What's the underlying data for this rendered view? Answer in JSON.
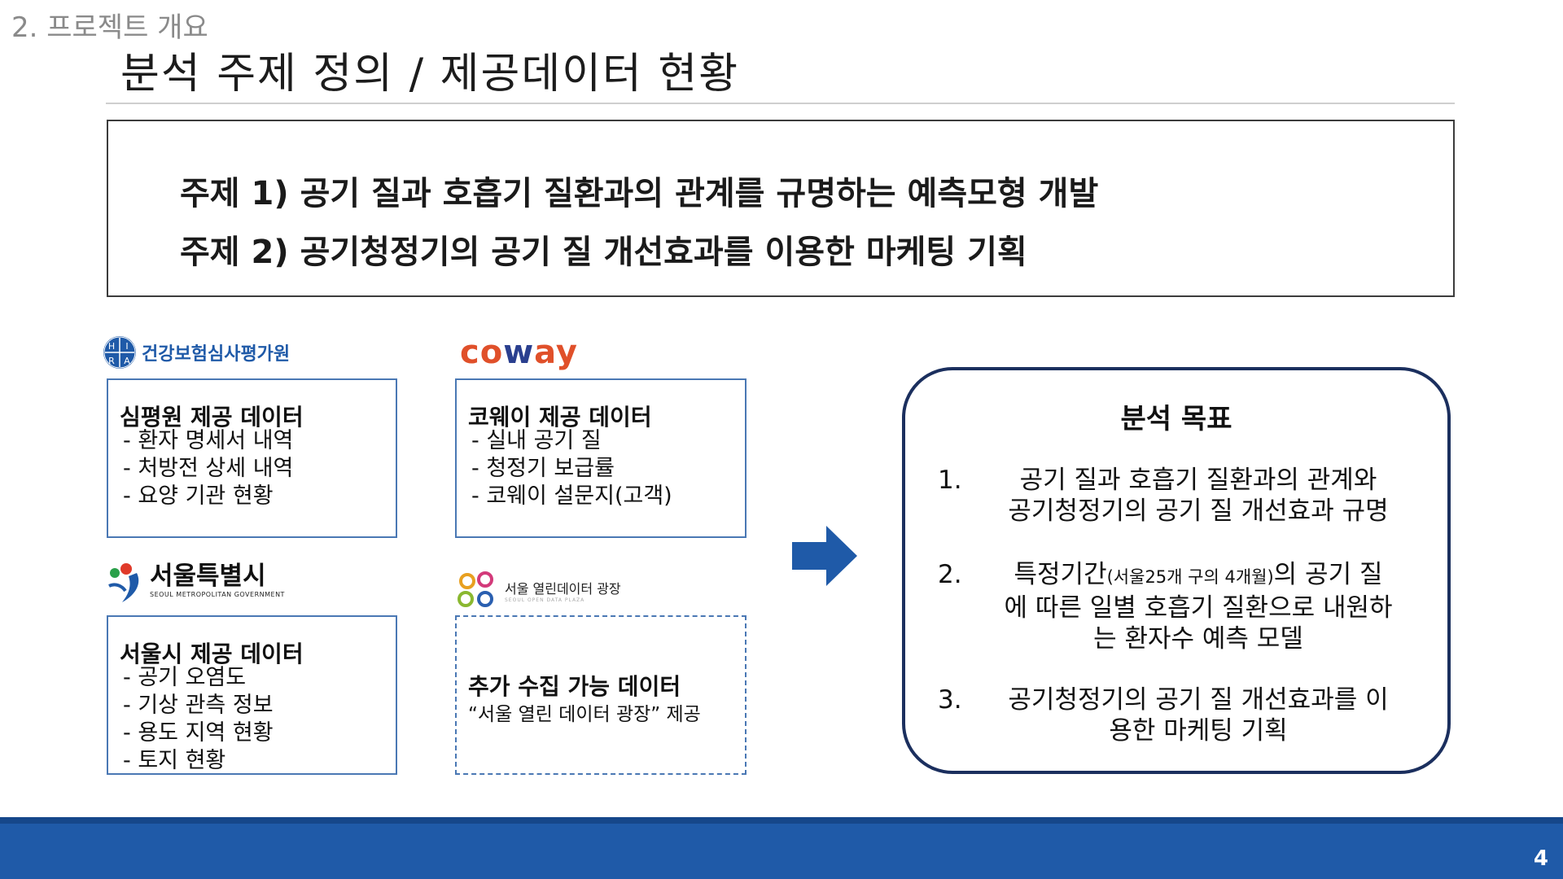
{
  "header": {
    "section": "2. 프로젝트 개요",
    "title": "분석 주제 정의 / 제공데이터 현황"
  },
  "topics": [
    "주제 1) 공기 질과 호흡기 질환과의 관계를 규명하는 예측모형 개발",
    "주제 2) 공기청정기의 공기 질 개선효과를 이용한 마케팅 기획"
  ],
  "logos": {
    "hira": {
      "letters": [
        "H",
        "I",
        "R",
        "A"
      ],
      "name": "건강보험심사평가원"
    },
    "coway": {
      "parts": [
        "co",
        "w",
        "ay"
      ]
    },
    "seoul": {
      "name": "서울특별시",
      "sub": "SEOUL METROPOLITAN GOVERNMENT"
    },
    "open": {
      "name": "서울 열린데이터 광장",
      "sub": "SEOUL OPEN DATA PLAZA"
    }
  },
  "boxes": {
    "hira": {
      "title": "심평원 제공 데이터",
      "items": [
        "- 환자 명세서 내역",
        "- 처방전 상세 내역",
        "- 요양 기관 현황"
      ]
    },
    "coway": {
      "title": "코웨이 제공 데이터",
      "items": [
        "- 실내 공기 질",
        "- 청정기 보급률",
        "- 코웨이 설문지(고객)"
      ]
    },
    "seoul": {
      "title": "서울시 제공 데이터",
      "items": [
        "- 공기 오염도",
        "- 기상 관측 정보",
        "- 용도 지역 현황",
        "- 토지 현황"
      ]
    },
    "extra": {
      "title": "추가 수집 가능 데이터",
      "sub": "“서울 열린 데이터 광장” 제공"
    }
  },
  "goals": {
    "title": "분석 목표",
    "items": [
      {
        "num": "1.",
        "line1": "공기 질과 호흡기 질환과의 관계와",
        "line2": "공기청정기의 공기 질 개선효과 규명"
      },
      {
        "num": "2.",
        "pre": "특정기간",
        "small": "(서울25개 구의 4개월)",
        "post": "의 공기 질",
        "line2": "에 따른 일별 호흡기 질환으로 내원하",
        "line3": "는 환자수 예측 모델"
      },
      {
        "num": "3.",
        "line1": "공기청정기의 공기 질 개선효과를 이",
        "line2": "용한 마케팅 기획"
      }
    ]
  },
  "page": {
    "number": "4"
  },
  "colors": {
    "accent": "#1f5aa8",
    "box_border": "#4a78b4",
    "goal_border": "#1b2f5e"
  }
}
